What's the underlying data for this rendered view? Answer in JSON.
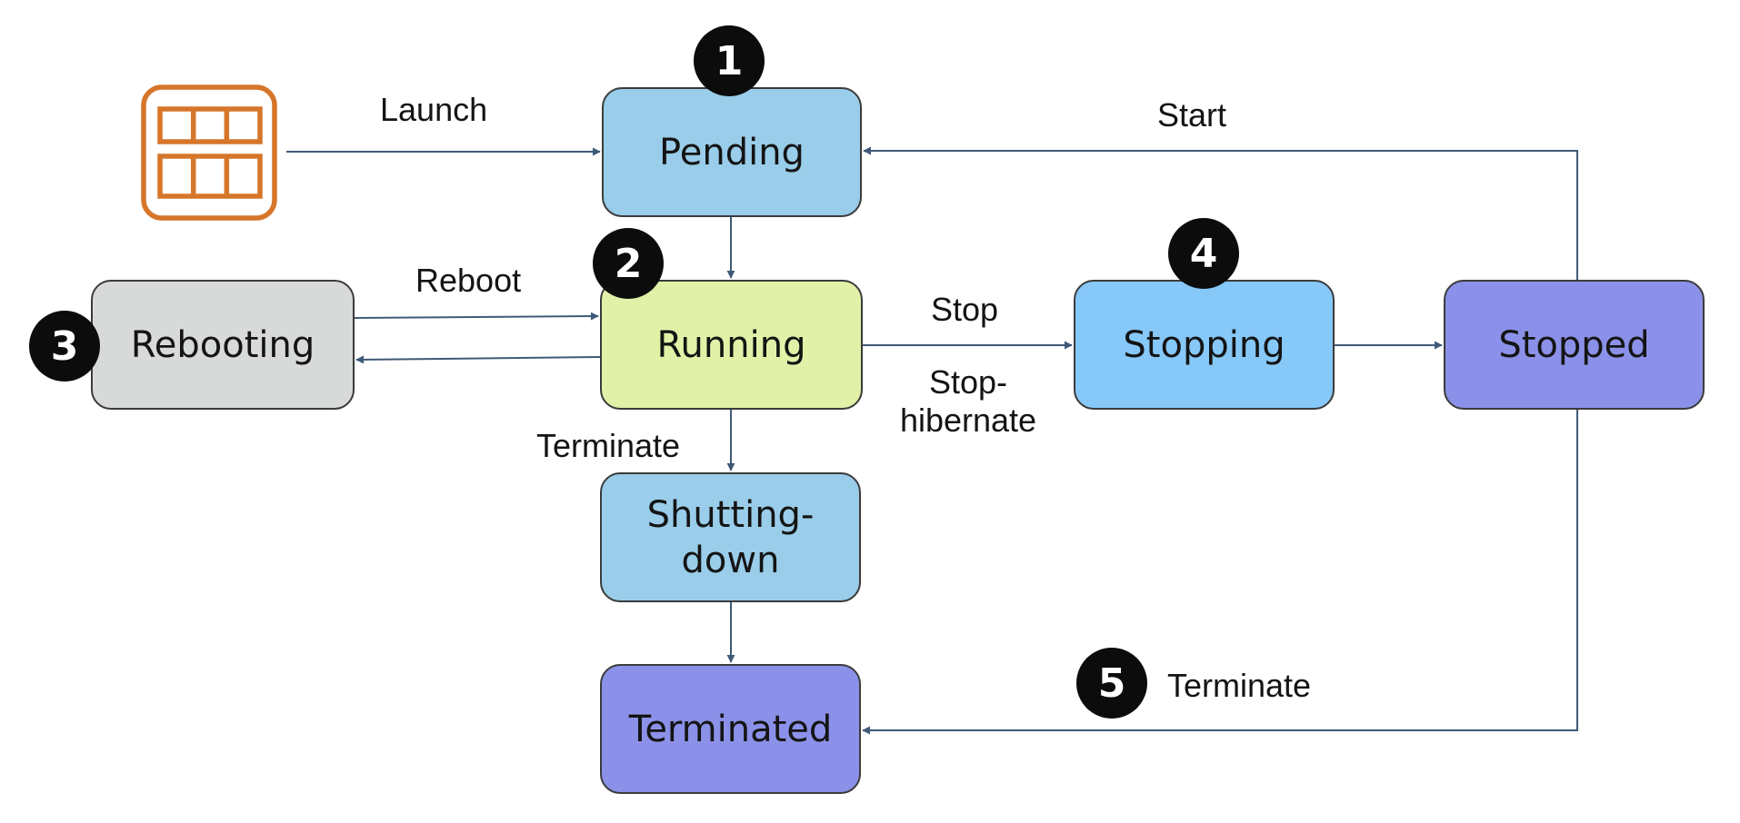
{
  "colors": {
    "pending": "#99cde9",
    "running": "#e1f1a8",
    "rebooting": "#d8dada",
    "stopping": "#86c8f8",
    "stopped": "#8b91e8",
    "shutting_down": "#99cde9",
    "terminated": "#8b91e8",
    "arrow": "#3f5a78",
    "icon": "#d6762a"
  },
  "states": {
    "pending": "Pending",
    "running": "Running",
    "rebooting": "Rebooting",
    "stopping": "Stopping",
    "stopped": "Stopped",
    "shutting_down": "Shutting-\ndown",
    "terminated": "Terminated"
  },
  "transitions": {
    "launch": "Launch",
    "start": "Start",
    "reboot": "Reboot",
    "stop": "Stop",
    "stop_hibernate": "Stop-\nhibernate",
    "terminate_running": "Terminate",
    "terminate_stopped": "Terminate"
  },
  "badges": [
    "1",
    "2",
    "3",
    "4",
    "5"
  ],
  "icon": "instance-icon"
}
